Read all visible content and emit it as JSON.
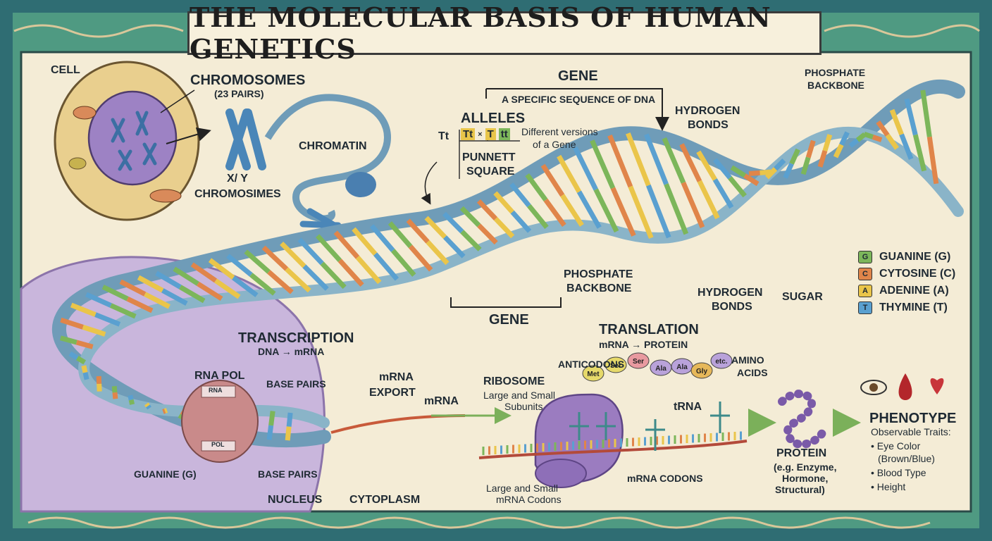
{
  "title": "THE MOLECULAR BASIS OF HUMAN GENETICS",
  "cell": {
    "label": "CELL",
    "chromosomes_label": "CHROMOSOMES",
    "chromosomes_sub": "(23 PAIRS)",
    "xy_label": "X/ Y",
    "xy_sub": "CHROMOSIMES",
    "chromatin_label": "CHROMATIN"
  },
  "gene_box": {
    "gene_label": "GENE",
    "gene_def": "A SPECIFIC SEQUENCE OF DNA",
    "alleles_label": "ALLELES",
    "alleles_tt": "Tt",
    "punnett_top": [
      "Tt",
      "×",
      "T",
      "tt"
    ],
    "alleles_def_1": "Different versions",
    "alleles_def_2": "of a Gene",
    "punnett_1": "PUNNETT",
    "punnett_2": "SQUARE"
  },
  "dna_labels": {
    "hydrogen_top_1": "HYDROGEN",
    "hydrogen_top_2": "BONDS",
    "phosphate_top_1": "PHOSPHATE",
    "phosphate_top_2": "BACKBONE",
    "phosphate_mid_1": "PHOSPHATE",
    "phosphate_mid_2": "BACKBONE",
    "hydrogen_mid_1": "HYDROGEN",
    "hydrogen_mid_2": "BONDS",
    "sugar": "SUGAR",
    "gene_bracket": "GENE"
  },
  "legend": [
    {
      "letter": "G",
      "label": "GUANINE (G)",
      "color": "#7cb65a"
    },
    {
      "letter": "C",
      "label": "CYTOSINE (C)",
      "color": "#e0854a"
    },
    {
      "letter": "A",
      "label": "ADENINE (A)",
      "color": "#eac54a"
    },
    {
      "letter": "T",
      "label": "THYMINE (T)",
      "color": "#5aa0d0"
    }
  ],
  "transcription": {
    "title": "TRANSCRIPTION",
    "sub": "DNA → mRNA",
    "rna_pol": "RNA POL",
    "rna_tag": "RNA",
    "pol_tag": "POL",
    "base_pairs_top": "BASE PAIRS",
    "base_pairs_bottom": "BASE PAIRS",
    "guanine": "GUANINE (G)",
    "nucleus": "NUCLEUS",
    "cytoplasm": "CYTOPLASM",
    "mrna_export_1": "mRNA",
    "mrna_export_2": "EXPORT",
    "mrna": "mRNA"
  },
  "translation": {
    "title": "TRANSLATION",
    "sub": "mRNA → PROTEIN",
    "ribosome": "RIBOSOME",
    "ribosome_sub_1": "Large and Small",
    "ribosome_sub_2": "Subunits",
    "anticodons": "ANTICODONS",
    "amino_1": "AMINO",
    "amino_2": "ACIDS",
    "trna": "tRNA",
    "mrna_codons": "mRNA CODONS",
    "large_small_1": "Large and Small",
    "large_small_2": "mRNA Codons",
    "amino_chain": [
      "Met",
      "Ser",
      "Ser",
      "Ala",
      "Ala",
      "Gly",
      "etc."
    ]
  },
  "protein": {
    "title": "PROTEIN",
    "sub_1": "(e.g. Enzyme,",
    "sub_2": "Hormone,",
    "sub_3": "Structural)"
  },
  "phenotype": {
    "title": "PHENOTYPE",
    "sub": "Observable Traits:",
    "items": [
      "• Eye Color",
      "(Brown/Blue)",
      "• Blood Type",
      "• Height"
    ]
  },
  "colors": {
    "background": "#f4ecd6",
    "frame": "#2f6d73",
    "backbone": "#6f9cb8",
    "nucleus": "#c9b6dc",
    "ribosome": "#9b7cc0"
  }
}
